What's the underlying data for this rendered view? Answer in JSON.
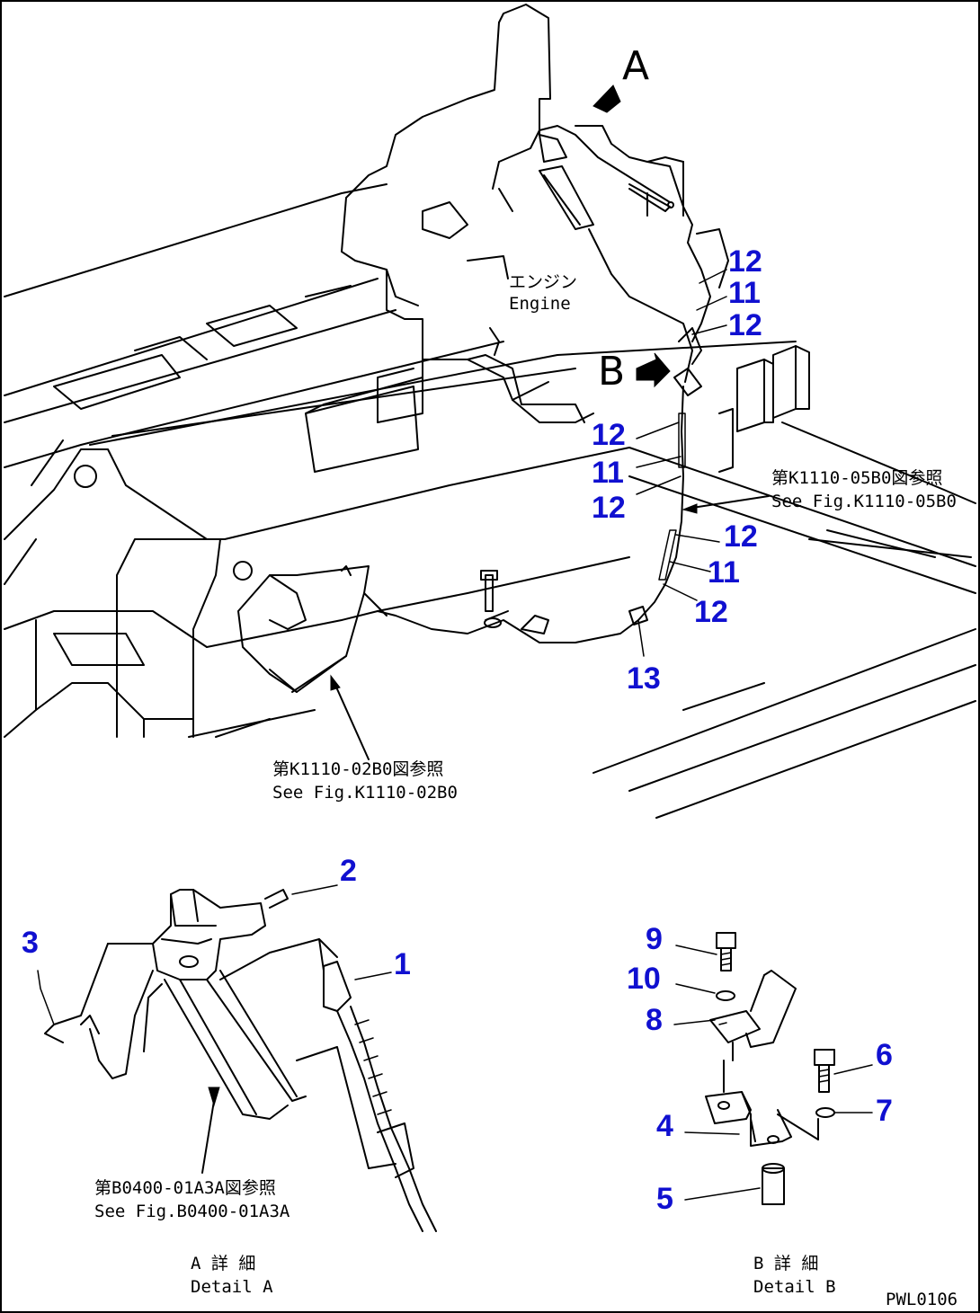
{
  "callouts": {
    "arrow_a": "A",
    "arrow_b": "B"
  },
  "labels": {
    "engine_jp": "エンジン",
    "engine_en": "Engine",
    "ref_0580_jp": "第K1110-05B0図参照",
    "ref_0580_en": "See Fig.K1110-05B0",
    "ref_0280_jp": "第K1110-02B0図参照",
    "ref_0280_en": "See Fig.K1110-02B0",
    "ref_01a3a_jp": "第B0400-01A3A図参照",
    "ref_01a3a_en": "See Fig.B0400-01A3A",
    "detail_a_jp": "A 詳 細",
    "detail_a_en": "Detail A",
    "detail_b_jp": "B 詳 細",
    "detail_b_en": "Detail B",
    "drawing_code": "PWL0106"
  },
  "part_numbers": {
    "p12_a": "12",
    "p11_a": "11",
    "p12_b": "12",
    "p12_c": "12",
    "p11_b": "11",
    "p12_d": "12",
    "p12_e": "12",
    "p11_c": "11",
    "p12_f": "12",
    "p13": "13",
    "p1": "1",
    "p2": "2",
    "p3": "3",
    "p4": "4",
    "p5": "5",
    "p6": "6",
    "p7": "7",
    "p8": "8",
    "p9": "9",
    "p10": "10"
  }
}
